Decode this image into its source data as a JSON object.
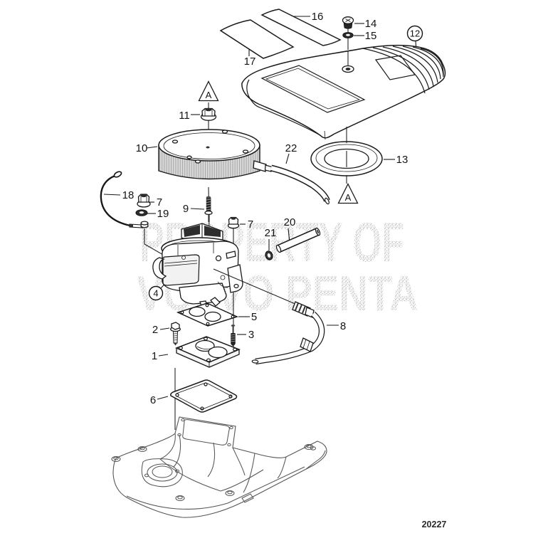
{
  "diagram": {
    "watermark": {
      "line1": "PROPERTY OF",
      "line2": "VOLVO PENTA"
    },
    "drawing_number": "20227",
    "callouts": {
      "c1": "1",
      "c2": "2",
      "c3": "3",
      "c4": "4",
      "c5": "5",
      "c6": "6",
      "c7": "7",
      "c7b": "7",
      "c8": "8",
      "c9": "9",
      "c10": "10",
      "c11": "11",
      "c12": "12",
      "c13": "13",
      "c14": "14",
      "c15": "15",
      "c16": "16",
      "c17": "17",
      "c18": "18",
      "c19": "19",
      "c20": "20",
      "c21": "21",
      "c22": "22",
      "aTop": "A",
      "aBottom": "A"
    }
  }
}
